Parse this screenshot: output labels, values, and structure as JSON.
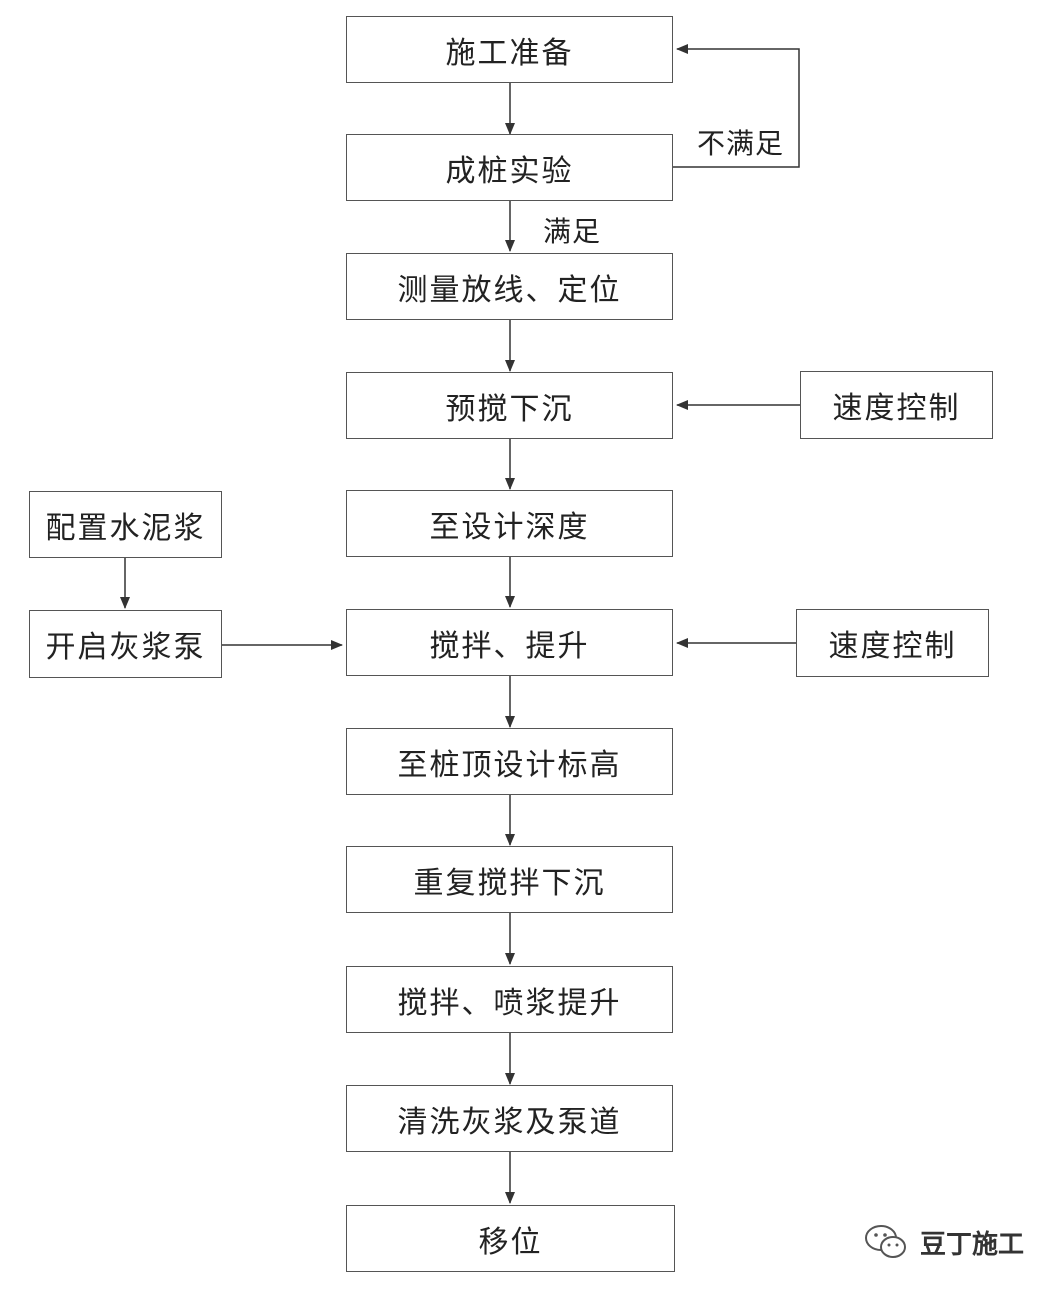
{
  "flow": {
    "steps": [
      "施工准备",
      "成桩实验",
      "测量放线、定位",
      "预搅下沉",
      "至设计深度",
      "搅拌、提升",
      "至桩顶设计标高",
      "重复搅拌下沉",
      "搅拌、喷浆提升",
      "清洗灰浆及泵道",
      "移位"
    ],
    "side": {
      "speed_control_1": "速度控制",
      "speed_control_2": "速度控制",
      "prepare_slurry": "配置水泥浆",
      "start_pump": "开启灰浆泵"
    },
    "edge_labels": {
      "not_satisfied": "不满足",
      "satisfied": "满足"
    }
  },
  "watermark": {
    "icon": "wechat-icon",
    "text": "豆丁施工"
  },
  "colors": {
    "line": "#333333",
    "border": "#555555"
  }
}
